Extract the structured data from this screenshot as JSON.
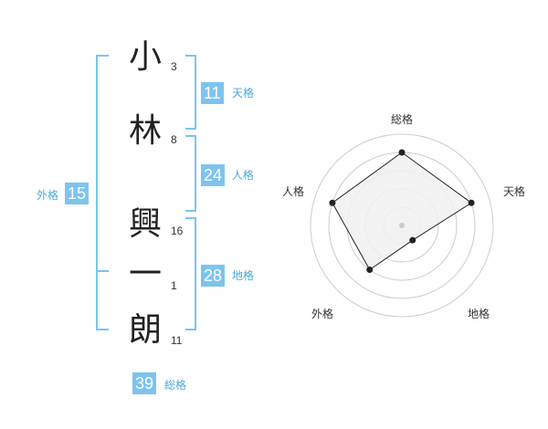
{
  "characters": [
    {
      "char": "小",
      "strokes": "3"
    },
    {
      "char": "林",
      "strokes": "8"
    },
    {
      "char": "興",
      "strokes": "16"
    },
    {
      "char": "一",
      "strokes": "1"
    },
    {
      "char": "朗",
      "strokes": "11"
    }
  ],
  "fortunes": {
    "tenkaku": {
      "label": "天格",
      "value": "11"
    },
    "jinkaku": {
      "label": "人格",
      "value": "24"
    },
    "chikaku": {
      "label": "地格",
      "value": "28"
    },
    "gaikaku": {
      "label": "外格",
      "value": "15"
    },
    "soukaku": {
      "label": "総格",
      "value": "39"
    }
  },
  "radar": {
    "axes": [
      "総格",
      "天格",
      "地格",
      "外格",
      "人格"
    ],
    "scores": [
      4,
      4,
      1,
      3,
      4
    ],
    "max": 5,
    "colors": {
      "fill": "#f0f0f0",
      "rings": "#cccccc",
      "line": "#222222",
      "center": "#cccccc"
    }
  }
}
